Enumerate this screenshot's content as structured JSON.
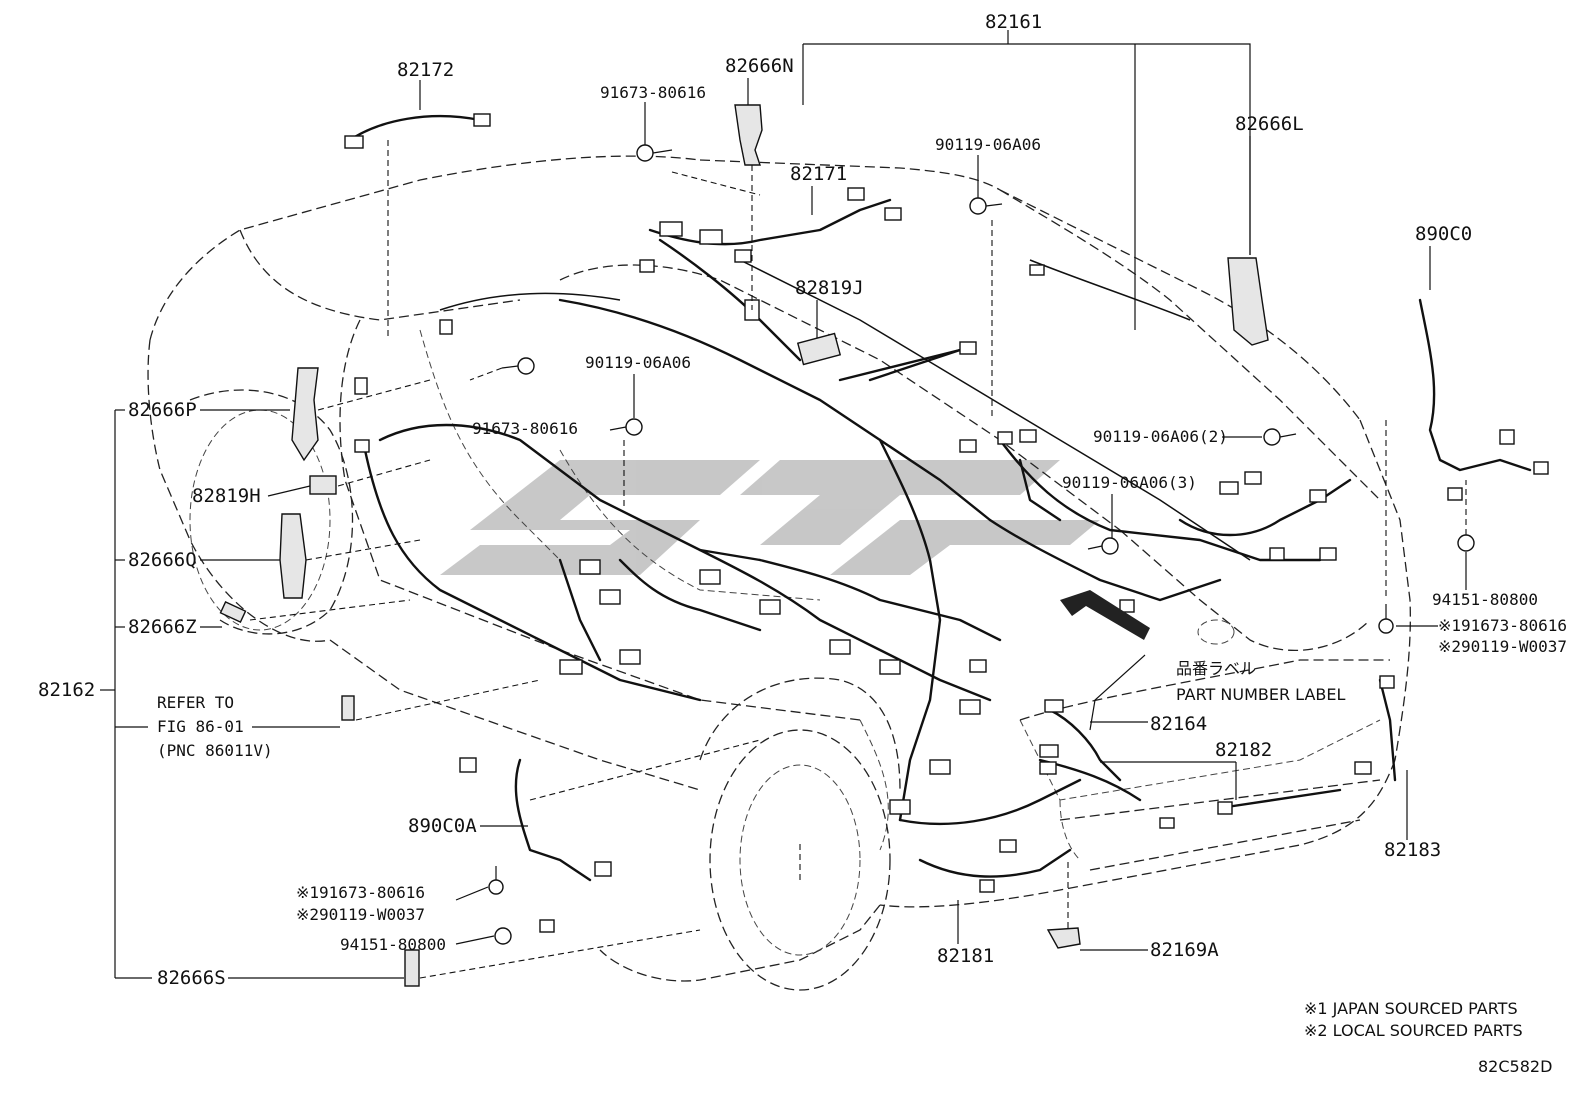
{
  "callouts": {
    "c82161": "82161",
    "c82172": "82172",
    "c82666N": "82666N",
    "c91673_top": "91673-80616",
    "c82171": "82171",
    "c90119_top": "90119-06A06",
    "c82666L": "82666L",
    "c890C0": "890C0",
    "c82819J": "82819J",
    "c90119_mid": "90119-06A06",
    "c91673_mid": "91673-80616",
    "c90119_2": "90119-06A06(2)",
    "c90119_3": "90119-06A06(3)",
    "c82666P": "82666P",
    "c82819H": "82819H",
    "c82666Q": "82666Q",
    "c82666Z": "82666Z",
    "c82162": "82162",
    "c94151_right": "94151-80800",
    "c_right_j1": "※191673-80616",
    "c_right_j2": "※290119-W0037",
    "label_jp": "品番ラベル",
    "label_en": "PART NUMBER LABEL",
    "c82164": "82164",
    "c82182": "82182",
    "c82183": "82183",
    "refer_1": "REFER TO",
    "refer_2": "FIG 86-01",
    "refer_3": "(PNC 86011V)",
    "c890C0A": "890C0A",
    "c_left_j1": "※191673-80616",
    "c_left_j2": "※290119-W0037",
    "c94151_left": "94151-80800",
    "c82666S": "82666S",
    "c82181": "82181",
    "c82169A": "82169A"
  },
  "notes": {
    "note1": "※1 JAPAN SOURCED PARTS",
    "note2": "※2 LOCAL SOURCED PARTS"
  },
  "diagram_code": "82C582D",
  "watermark": "GSF"
}
